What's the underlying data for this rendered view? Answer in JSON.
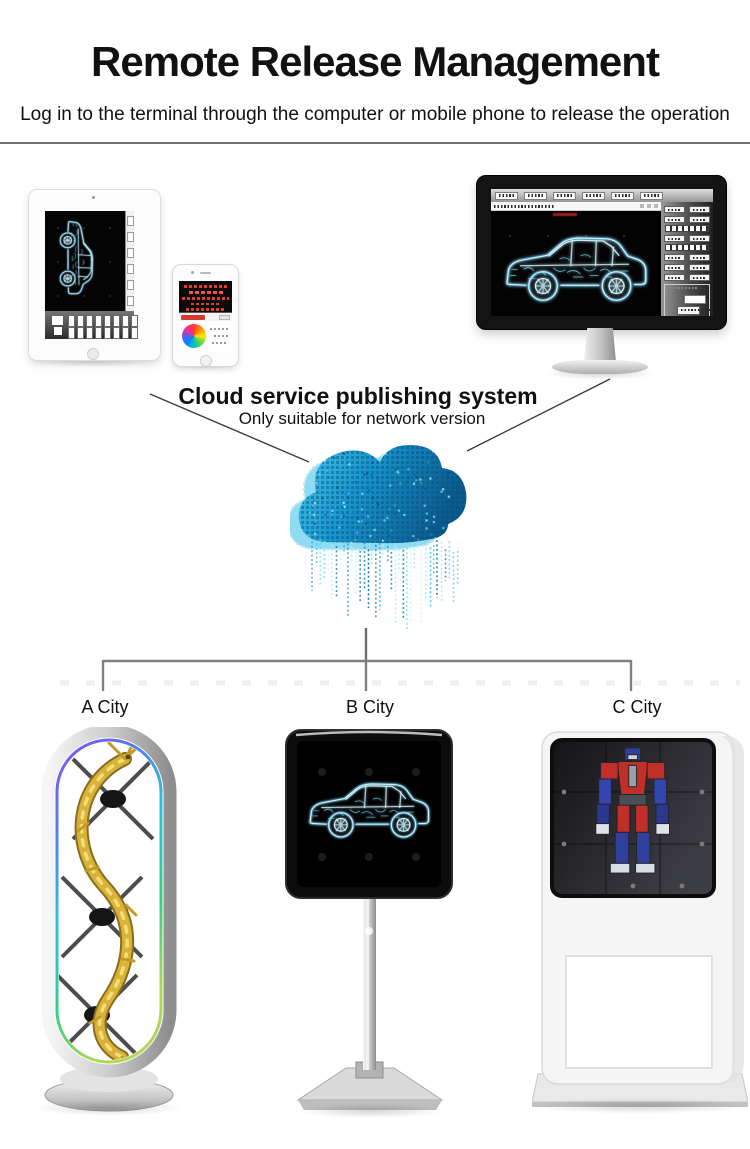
{
  "header": {
    "title": "Remote Release Management",
    "subtitle": "Log in to the terminal through the computer or mobile phone to release the operation"
  },
  "cloud": {
    "title": "Cloud service publishing system",
    "note": "Only suitable for network version"
  },
  "cities": [
    {
      "label": "A City"
    },
    {
      "label": "B City"
    },
    {
      "label": "C City"
    }
  ],
  "illustrations": {
    "tablet": "tablet-hologram-control-app",
    "phone": "phone-hologram-control-app",
    "monitor": "desktop-hologram-publishing-software",
    "cloud": "pixel-cloud-with-data-rain",
    "city_a": "oval-holographic-fan-golden-dragon",
    "city_b": "square-hologram-screen-blue-suv",
    "city_c": "kiosk-display-robot"
  },
  "colors": {
    "hologram_blue": "#35c4f2",
    "cloud_blue": "#1287c6",
    "rain_cyan": "#8fdcf2",
    "dragon_gold": "#d9b23a",
    "connector_gray": "#7a7a7a",
    "phone_text_red": "#e23b30"
  }
}
